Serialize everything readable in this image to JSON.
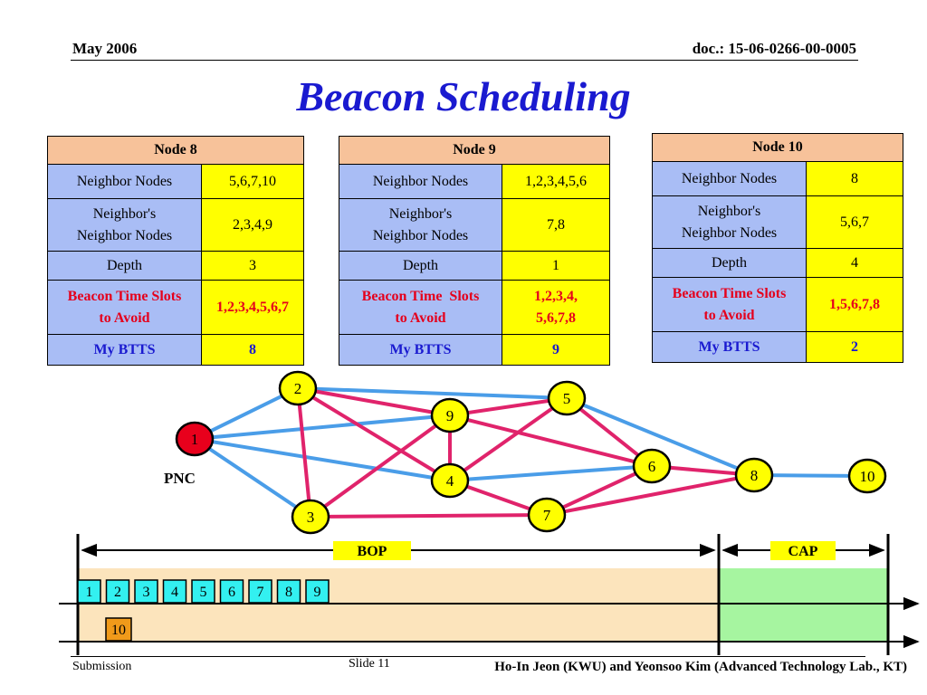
{
  "header": {
    "date": "May 2006",
    "doc": "doc.: 15-06-0266-00-0005"
  },
  "title": "Beacon Scheduling",
  "tables": [
    {
      "title": "Node 8",
      "neighbor_label": "Neighbor Nodes",
      "neighbor_value": "5,6,7,10",
      "nn_label_1": "Neighbor's",
      "nn_label_2": "Neighbor Nodes",
      "nn_value": "2,3,4,9",
      "depth_label": "Depth",
      "depth_value": "3",
      "avoid_label_1": "Beacon Time Slots",
      "avoid_label_2": "to Avoid",
      "avoid_value_1": "1,2,3,4,5,6,7",
      "avoid_value_2": "",
      "btts_label": "My BTTS",
      "btts_value": "8"
    },
    {
      "title": "Node 9",
      "neighbor_label": "Neighbor Nodes",
      "neighbor_value": "1,2,3,4,5,6",
      "nn_label_1": "Neighbor's",
      "nn_label_2": "Neighbor Nodes",
      "nn_value": "7,8",
      "depth_label": "Depth",
      "depth_value": "1",
      "avoid_label_1": "Beacon Time  Slots",
      "avoid_label_2": "to Avoid",
      "avoid_value_1": "1,2,3,4,",
      "avoid_value_2": "5,6,7,8",
      "btts_label": "My BTTS",
      "btts_value": "9"
    },
    {
      "title": "Node 10",
      "neighbor_label": "Neighbor Nodes",
      "neighbor_value": "8",
      "nn_label_1": "Neighbor's",
      "nn_label_2": "Neighbor Nodes",
      "nn_value": "5,6,7",
      "depth_label": "Depth",
      "depth_value": "4",
      "avoid_label_1": "Beacon Time Slots",
      "avoid_label_2": "to Avoid",
      "avoid_value_1": "1,5,6,7,8",
      "avoid_value_2": "",
      "btts_label": "My BTTS",
      "btts_value": "2"
    }
  ],
  "graph": {
    "nodes": [
      {
        "id": "1",
        "fill": "#e8001c"
      },
      {
        "id": "2",
        "fill": "#ffff00"
      },
      {
        "id": "3",
        "fill": "#ffff00"
      },
      {
        "id": "4",
        "fill": "#ffff00"
      },
      {
        "id": "5",
        "fill": "#ffff00"
      },
      {
        "id": "6",
        "fill": "#ffff00"
      },
      {
        "id": "7",
        "fill": "#ffff00"
      },
      {
        "id": "8",
        "fill": "#ffff00"
      },
      {
        "id": "9",
        "fill": "#ffff00"
      },
      {
        "id": "10",
        "fill": "#ffff00"
      }
    ],
    "pnc_label": "PNC",
    "blue_edges": [
      [
        "1",
        "2"
      ],
      [
        "1",
        "9"
      ],
      [
        "1",
        "4"
      ],
      [
        "1",
        "3"
      ],
      [
        "2",
        "5"
      ],
      [
        "4",
        "6"
      ],
      [
        "5",
        "8"
      ],
      [
        "8",
        "10"
      ]
    ],
    "red_edges": [
      [
        "2",
        "9"
      ],
      [
        "2",
        "4"
      ],
      [
        "2",
        "3"
      ],
      [
        "9",
        "5"
      ],
      [
        "9",
        "6"
      ],
      [
        "9",
        "4"
      ],
      [
        "9",
        "3"
      ],
      [
        "5",
        "6"
      ],
      [
        "5",
        "4"
      ],
      [
        "4",
        "7"
      ],
      [
        "3",
        "7"
      ],
      [
        "6",
        "8"
      ],
      [
        "7",
        "6"
      ],
      [
        "7",
        "8"
      ]
    ],
    "blue_color": "#4a9de8",
    "red_color": "#e0236b"
  },
  "timeline": {
    "bop_label": "BOP",
    "cap_label": "CAP",
    "bop_color": "#fce4bc",
    "cap_color": "#a6f5a0",
    "slots_row1": [
      "1",
      "2",
      "3",
      "4",
      "5",
      "6",
      "7",
      "8",
      "9"
    ],
    "slots_row2": [
      "10"
    ],
    "slot_color": "#33f0f0",
    "slot_color_row2": "#f09a1a"
  },
  "footer": {
    "left": "Submission",
    "center": "Slide 11",
    "right": "Ho-In Jeon (KWU) and Yeonsoo Kim (Advanced Technology Lab., KT)"
  }
}
